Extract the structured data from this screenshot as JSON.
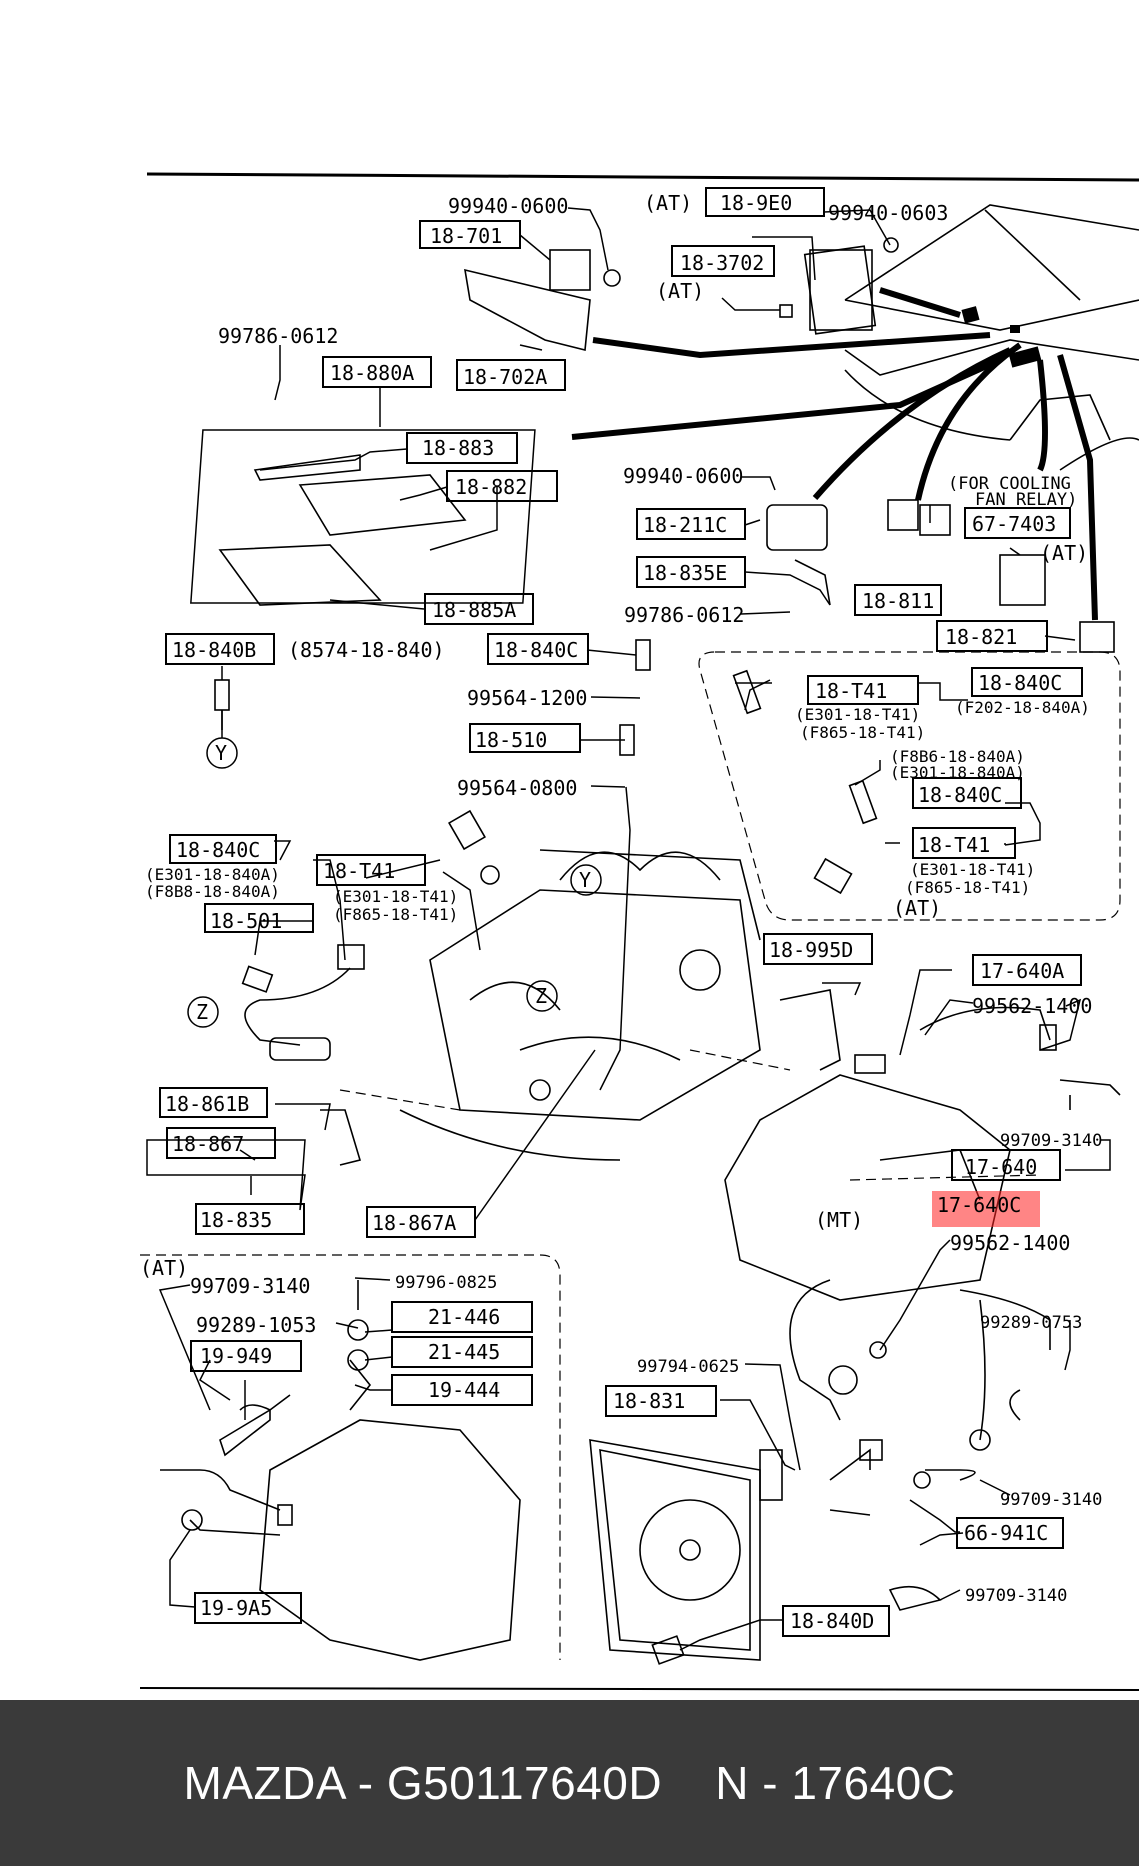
{
  "caption": "MAZDA - G50117640D    N - 17640C",
  "highlight_color": "#ff2020",
  "caption_bg": "#3a3a3a",
  "labels": {
    "l_99940_0600_a": "99940-0600",
    "l_18_701": "18-701",
    "l_at_top": "(AT)",
    "l_18_9e0": "18-9E0",
    "l_99940_0603": "99940-0603",
    "l_18_3702": "18-3702",
    "l_at_3702": "(AT)",
    "l_99786_0612_a": "99786-0612",
    "l_18_880a": "18-880A",
    "l_18_702a": "18-702A",
    "l_18_883": "18-883",
    "l_18_882": "18-882",
    "l_99940_0600_b": "99940-0600",
    "l_for_cooling": "(FOR  COOLING",
    "l_fan_relay": "FAN RELAY)",
    "l_18_211c": "18-211C",
    "l_67_7403": "67-7403",
    "l_at_7403": "(AT)",
    "l_18_835e": "18-835E",
    "l_18_885a": "18-885A",
    "l_99786_0612_b": "99786-0612",
    "l_18_811": "18-811",
    "l_18_821": "18-821",
    "l_18_840b": "18-840B",
    "l_8574": "(8574-18-840)",
    "l_18_840c_a": "18-840C",
    "l_99564_1200": "99564-1200",
    "l_18_t41_a": "18-T41",
    "l_18_840c_b": "18-840C",
    "l_e301_t41_a": "(E301-18-T41)",
    "l_f202_840a": "(F202-18-840A)",
    "l_f865_t41_a": "(F865-18-T41)",
    "l_18_510": "18-510",
    "l_f8b6_840a": "(F8B6-18-840A)",
    "l_e301_840a_a": "(E301-18-840A)",
    "l_99564_0800": "99564-0800",
    "l_18_840c_c": "18-840C",
    "l_18_t41_b": "18-T41",
    "l_18_840c_d": "18-840C",
    "l_18_t41_c": "18-T41",
    "l_e301_840a_b": "(E301-18-840A)",
    "l_f8b8_840a": "(F8B8-18-840A)",
    "l_e301_t41_b": "(E301-18-T41)",
    "l_f865_t41_b": "(F865-18-T41)",
    "l_e301_t41_c": "(E301-18-T41)",
    "l_f865_t41_c": "(F865-18-T41)",
    "l_at_right": "(AT)",
    "l_18_501": "18-501",
    "l_18_995d": "18-995D",
    "l_17_640a": "17-640A",
    "l_99562_1400_a": "99562-1400",
    "l_18_861b": "18-861B",
    "l_99709_3140_a": "99709-3140",
    "l_18_867": "18-867",
    "l_17_640": "17-640",
    "l_17_640c": "17-640C",
    "l_18_835": "18-835",
    "l_18_867a": "18-867A",
    "l_mt": "(MT)",
    "l_99562_1400_b": "99562-1400",
    "l_at_bottom": "(AT)",
    "l_99709_3140_b": "99709-3140",
    "l_99796_0825": "99796-0825",
    "l_99289_0753": "99289-0753",
    "l_99289_1053": "99289-1053",
    "l_21_446": "21-446",
    "l_19_949": "19-949",
    "l_21_445": "21-445",
    "l_99794_0625": "99794-0625",
    "l_19_444": "19-444",
    "l_18_831": "18-831",
    "l_99709_3140_c": "99709-3140",
    "l_66_941c": "66-941C",
    "l_99709_3140_d": "99709-3140",
    "l_19_9a5": "19-9A5",
    "l_18_840d": "18-840D",
    "l_z_a": "Z",
    "l_y_a": "Y",
    "l_y_b": "Y",
    "l_z_b": "Z"
  }
}
